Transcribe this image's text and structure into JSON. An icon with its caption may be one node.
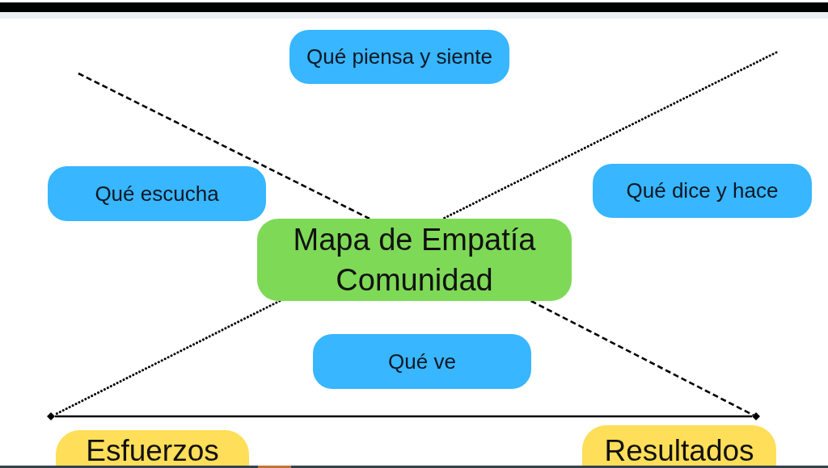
{
  "diagram": {
    "nodes": [
      {
        "text": [
          "Qué piensa y siente"
        ]
      },
      {
        "text": [
          "Qué escucha"
        ]
      },
      {
        "text": [
          "Qué dice y hace"
        ]
      },
      {
        "text": [
          "Mapa de Empatía Comunidad"
        ]
      },
      {
        "text": [
          "Qué ve"
        ]
      },
      {
        "text": [],
        "shape": "diamond"
      },
      {
        "text": [],
        "shape": "diamond"
      },
      {
        "text": [
          "Esfuerzos"
        ]
      },
      {
        "text": [
          "Resultados"
        ]
      }
    ],
    "edges": [
      {
        "from": null,
        "to": 3,
        "arrow": "none",
        "style": "dashed"
      },
      {
        "from": null,
        "to": 3,
        "arrow": "none",
        "style": "dashed"
      },
      {
        "from": 3,
        "to": 5,
        "arrow": "none",
        "style": "dashed"
      },
      {
        "from": 3,
        "to": 6,
        "arrow": "none",
        "style": "dashed"
      },
      {
        "from": 5,
        "to": 6,
        "arrow": "none"
      }
    ]
  }
}
